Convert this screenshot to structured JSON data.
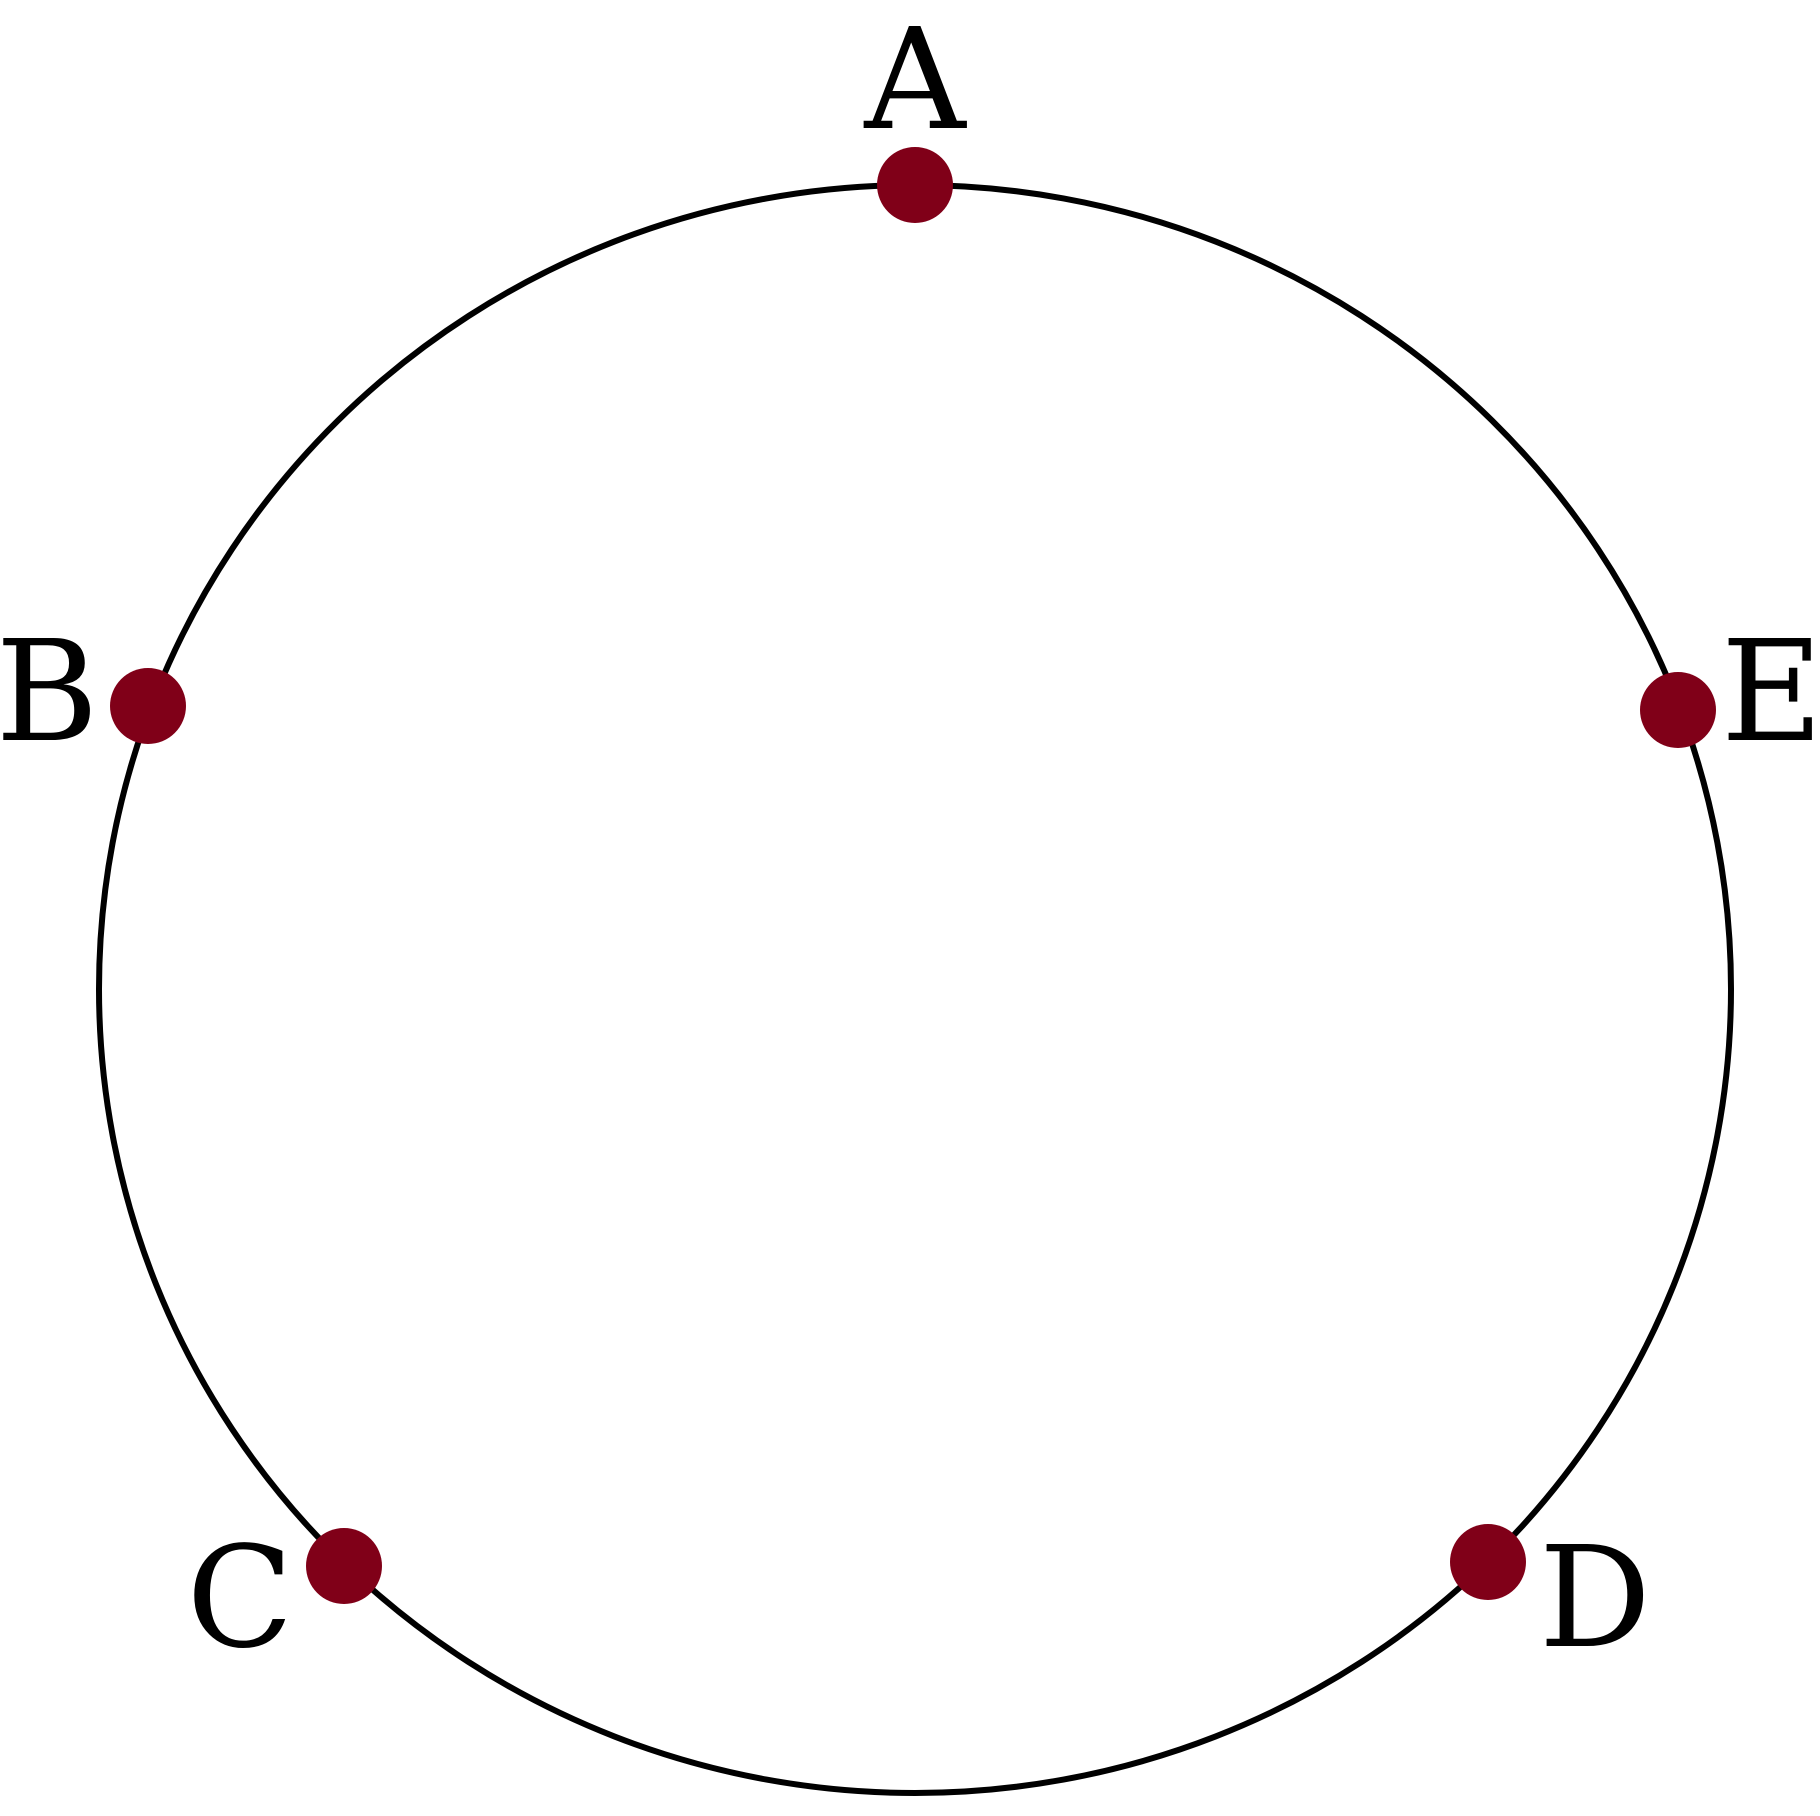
{
  "diagram": {
    "stroke_color": "#000000",
    "point_color": "#800018",
    "background": "#ffffff",
    "points": [
      {
        "id": "A",
        "label": "A"
      },
      {
        "id": "B",
        "label": "B"
      },
      {
        "id": "C",
        "label": "C"
      },
      {
        "id": "D",
        "label": "D"
      },
      {
        "id": "E",
        "label": "E"
      }
    ]
  }
}
